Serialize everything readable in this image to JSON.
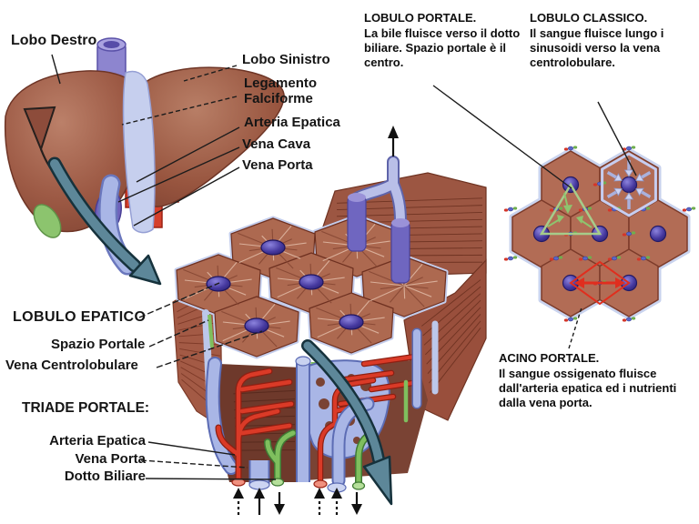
{
  "labels": {
    "lobo_destro": "Lobo Destro",
    "lobo_sinistro": "Lobo Sinistro",
    "legamento_falciforme": "Legamento Falciforme",
    "arteria_epatica": "Arteria Epatica",
    "vena_cava": "Vena Cava",
    "vena_porta": "Vena Porta",
    "lobulo_epatico": "LOBULO EPATICO",
    "spazio_portale": "Spazio Portale",
    "vena_centrolobulare": "Vena Centrolobulare",
    "triade_portale": "TRIADE PORTALE:",
    "triade_arteria_epatica": "Arteria Epatica",
    "triade_vena_porta": "Vena Porta",
    "triade_dotto_biliare": "Dotto Biliare"
  },
  "callouts": {
    "lobulo_portale": {
      "title": "LOBULO PORTALE.",
      "body": "La bile fluisce verso il dotto biliare. Spazio portale è il centro."
    },
    "lobulo_classico": {
      "title": "LOBULO CLASSICO.",
      "body": "Il sangue fluisce lungo i sinusoidi verso la vena centrolobulare."
    },
    "acino_portale": {
      "title": "ACINO PORTALE.",
      "body": "Il sangue ossigenato fluisce dall'arteria epatica ed i nutrienti dalla vena porta."
    }
  },
  "colors": {
    "liver": "#9a5743",
    "lobule_face": "#ad6950",
    "hexagon_fill": "#b26c55",
    "sinusoid_blue": "#a9b6e6",
    "central_vein_purple": "#46399f",
    "artery_red": "#da3a27",
    "bile_green": "#7fbf5e",
    "gallbladder_green": "#8cc46e",
    "zoom_arrow_teal": "#5d8799",
    "text": "#151515"
  }
}
